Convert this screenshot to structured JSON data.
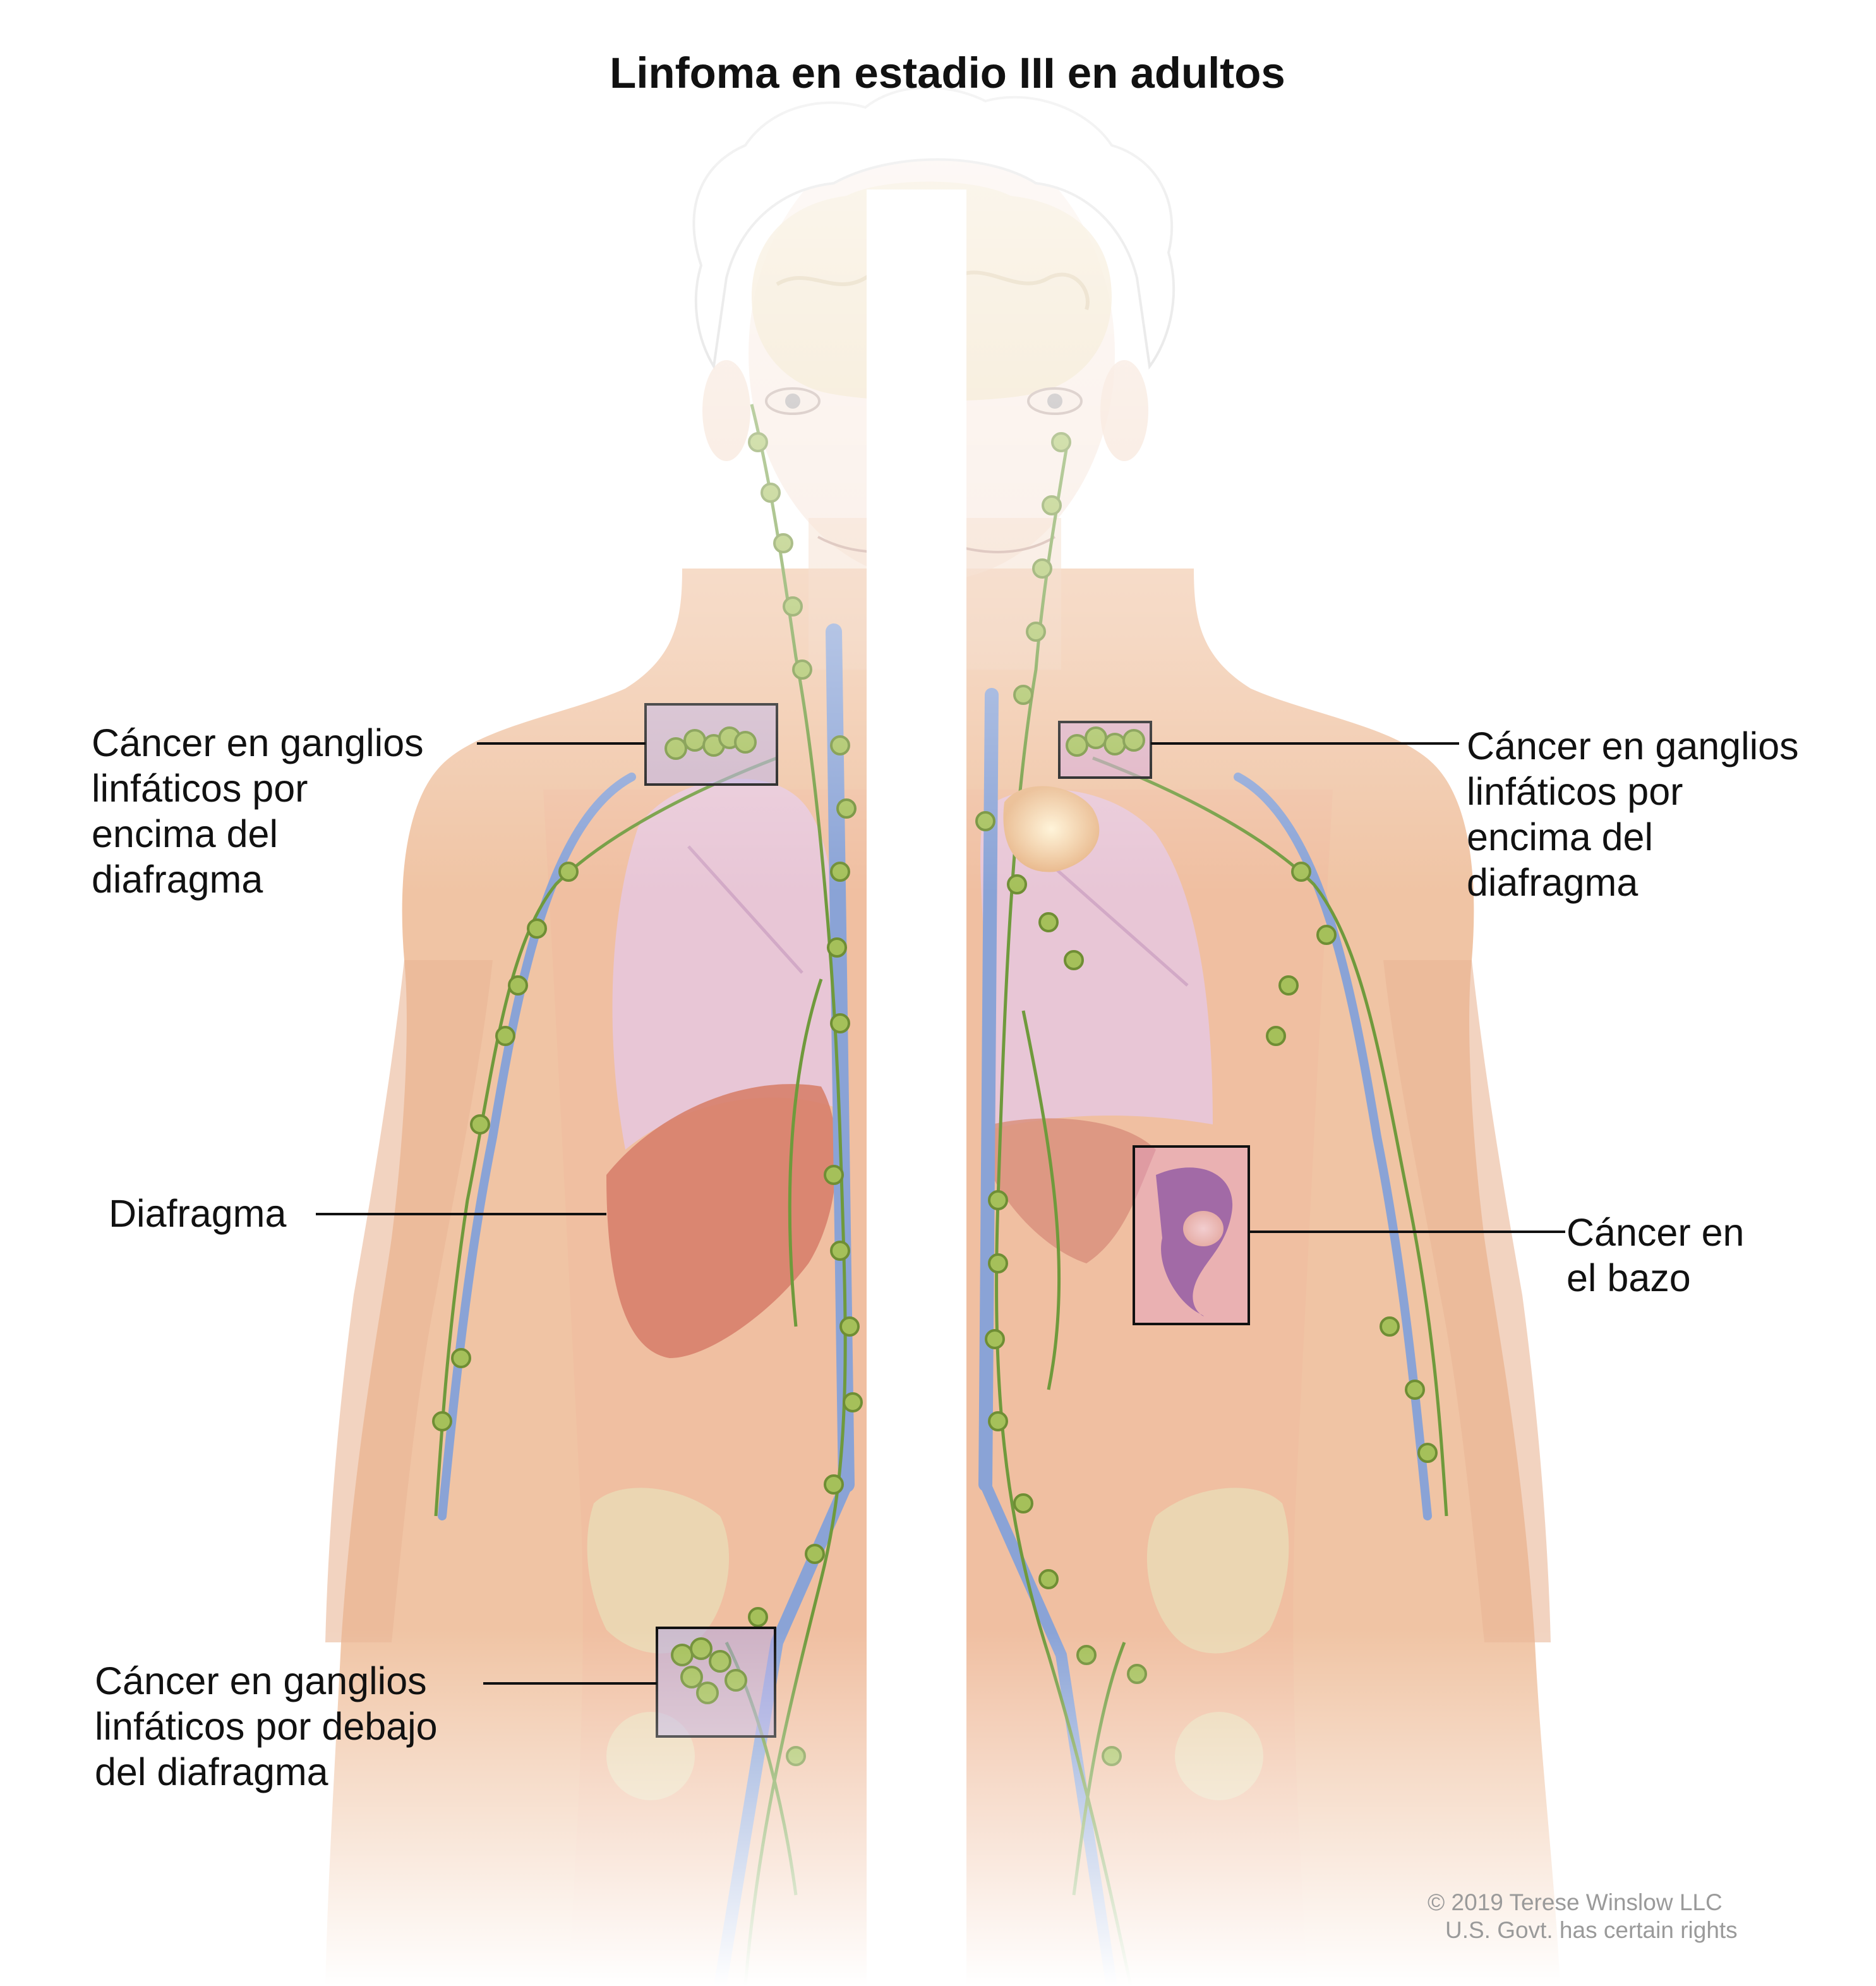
{
  "title": "Linfoma en estadio III en adultos",
  "labels": {
    "left_upper": [
      "Cáncer en ganglios",
      "linfáticos por",
      "encima del",
      "diafragma"
    ],
    "left_middle": "Diafragma",
    "left_lower": [
      "Cáncer en ganglios",
      "linfáticos por debajo",
      "del diafragma"
    ],
    "right_upper": [
      "Cáncer en ganglios",
      "linfáticos por",
      "encima del",
      "diafragma"
    ],
    "right_middle": [
      "Cáncer en",
      "el bazo"
    ]
  },
  "copyright": [
    "© 2019 Terese Winslow LLC",
    "U.S. Govt. has certain rights"
  ],
  "colors": {
    "skin": "#f0c4a4",
    "skin_shadow": "#e4a888",
    "lung": "#e7c6dc",
    "diaphragm": "#d77f6c",
    "lymph_node": "#a5c05a",
    "lymph_vessel": "#6f9a3c",
    "vein": "#8aa3d6",
    "bone": "#e9ddb8",
    "spleen": "#6d3f8a",
    "highlight_box": "#b3a8e4"
  }
}
